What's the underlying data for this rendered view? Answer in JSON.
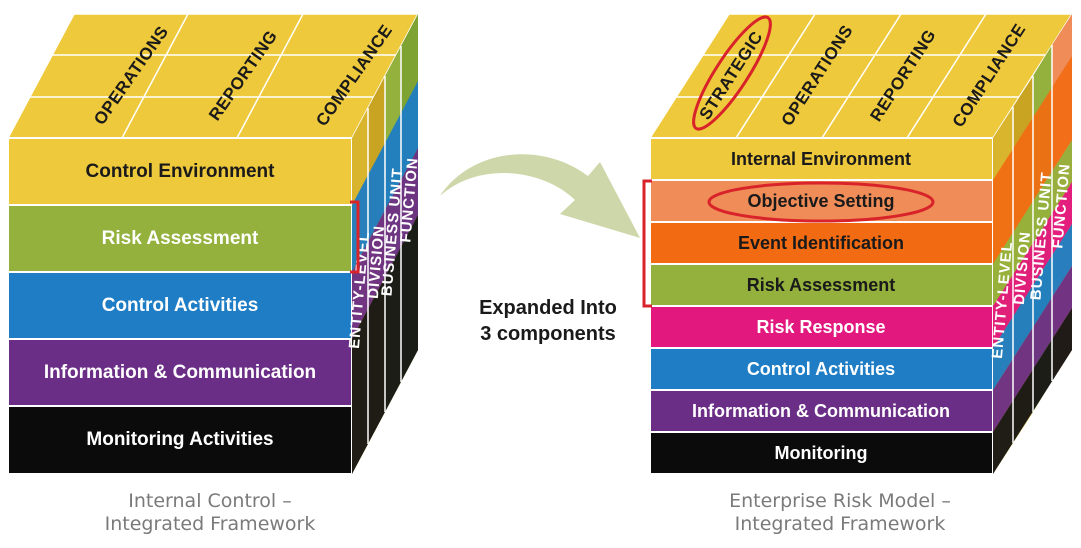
{
  "left_cube": {
    "top_labels": [
      "OPERATIONS",
      "REPORTING",
      "COMPLIANCE"
    ],
    "side_labels": [
      "ENTITY-LEVEL",
      "DIVISION",
      "BUSINESS UNIT",
      "FUNCTION"
    ],
    "components": [
      {
        "label": "Control Environment",
        "color": "#EFC93C",
        "text_dark": true
      },
      {
        "label": "Risk Assessment",
        "color": "#93B13C",
        "text_dark": false
      },
      {
        "label": "Control Activities",
        "color": "#1E7DC4",
        "text_dark": false
      },
      {
        "label": "Information & Communication",
        "color": "#6B2E86",
        "text_dark": false
      },
      {
        "label": "Monitoring Activities",
        "color": "#0B0B0B",
        "text_dark": false
      }
    ],
    "caption_line1": "Internal Control –",
    "caption_line2": "Integrated Framework"
  },
  "arrow": {
    "label_line1": "Expanded Into",
    "label_line2": "3 components",
    "color": "#C6D09A"
  },
  "right_cube": {
    "top_labels": [
      "STRATEGIC",
      "OPERATIONS",
      "REPORTING",
      "COMPLIANCE"
    ],
    "side_labels": [
      "ENTITY-LEVEL",
      "DIVISION",
      "BUSINESS UNIT",
      "FUNCTION"
    ],
    "components": [
      {
        "label": "Internal Environment",
        "color": "#EFC93C",
        "text_dark": true
      },
      {
        "label": "Objective Setting",
        "color": "#F08C57",
        "text_dark": true
      },
      {
        "label": "Event Identification",
        "color": "#F26B12",
        "text_dark": true
      },
      {
        "label": "Risk Assessment",
        "color": "#93B13C",
        "text_dark": true
      },
      {
        "label": "Risk Response",
        "color": "#E2187E",
        "text_dark": false
      },
      {
        "label": "Control Activities",
        "color": "#1E7DC4",
        "text_dark": false
      },
      {
        "label": "Information & Communication",
        "color": "#6B2E86",
        "text_dark": false
      },
      {
        "label": "Monitoring",
        "color": "#0B0B0B",
        "text_dark": false
      }
    ],
    "caption_line1": "Enterprise Risk Model –",
    "caption_line2": "Integrated Framework"
  },
  "highlight_color": "#D8232A"
}
